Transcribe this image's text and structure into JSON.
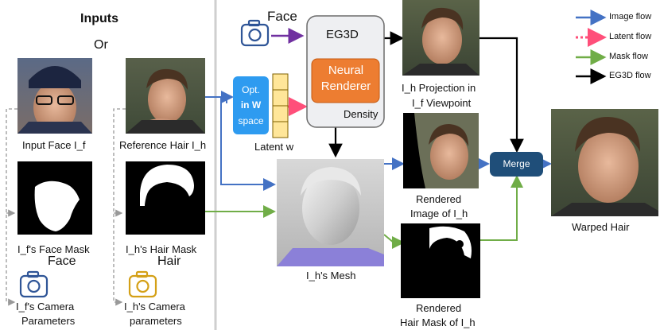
{
  "section_left_title": "Inputs",
  "or_label": "Or",
  "face_label_top": "Face",
  "face_label_left": "Face",
  "hair_label": "Hair",
  "eg3d_label": "EG3D",
  "neural_renderer_label": "Neural Renderer",
  "density_label": "Density",
  "opt_label_1": "Opt.",
  "opt_label_2": "in W",
  "opt_label_3": "space",
  "latent_label": "Latent w",
  "merge_label": "Merge",
  "captions": {
    "input_face": "Input Face I_f",
    "reference_hair": "Reference Hair I_h",
    "face_mask": "I_f's Face Mask",
    "hair_mask": "I_h's Hair Mask",
    "face_camera_1": "I_f's Camera",
    "face_camera_2": "Parameters",
    "hair_camera_1": "I_h's Camera",
    "hair_camera_2": "parameters",
    "projection_1": "I_h Projection in",
    "projection_2": "I_f Viewpoint",
    "mesh": "I_h's Mesh",
    "rendered_image_1": "Rendered",
    "rendered_image_2": "Image of I_h",
    "rendered_mask_1": "Rendered",
    "rendered_mask_2": "Hair Mask of I_h",
    "warped": "Warped Hair"
  },
  "legend": [
    {
      "label": "Image flow",
      "color": "#4472c4",
      "style": "solid"
    },
    {
      "label": "Latent flow",
      "color": "#ff4f7a",
      "style": "dotted"
    },
    {
      "label": "Mask flow",
      "color": "#70ad47",
      "style": "solid"
    },
    {
      "label": "EG3D flow",
      "color": "#000000",
      "style": "solid"
    }
  ],
  "colors": {
    "image_flow": "#4472c4",
    "latent_flow": "#ff4f7a",
    "mask_flow": "#70ad47",
    "eg3d_flow": "#000000",
    "camera_flow": "#7030a0",
    "neural_renderer": "#ed7d31",
    "opt_box": "#2e9bf0",
    "merge_box": "#1f4e79",
    "latent_cells": "#ffe699",
    "face_camera_icon": "#2f5597",
    "hair_camera_icon": "#d4a017"
  },
  "icons": [
    "camera-icon",
    "camera-icon",
    "camera-icon"
  ]
}
